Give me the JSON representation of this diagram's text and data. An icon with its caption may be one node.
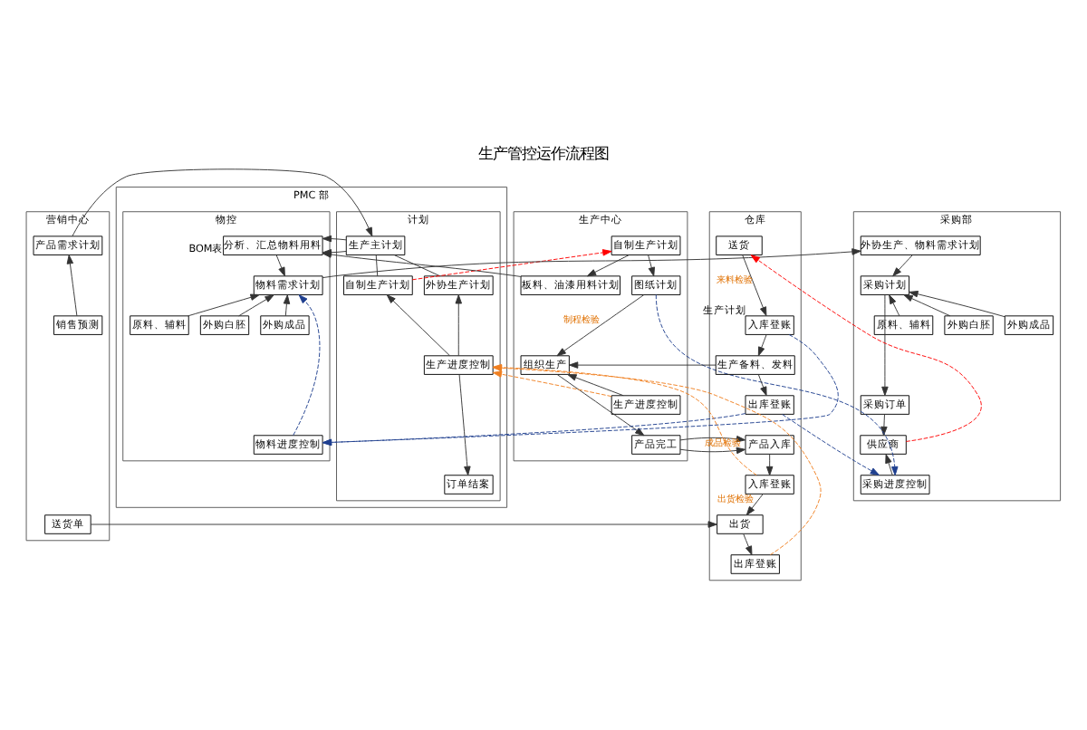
{
  "diagram": {
    "title": "生产管控运作流程图",
    "nodes": [
      {
        "text": [
          "营销中心"
        ]
      },
      {
        "text": [
          "PMC 部"
        ]
      },
      {
        "text": [
          "计划"
        ],
        "in": 1
      },
      {
        "text": [
          "物控"
        ],
        "in": 1
      },
      {
        "text": [
          "采购部"
        ]
      },
      {
        "text": [
          "生产中心"
        ]
      },
      {
        "text": [
          "仓库"
        ]
      },
      {
        "text": [
          "产品需求计划"
        ],
        "in": 0
      },
      {
        "text": [
          "销售预测"
        ],
        "in": 0
      },
      {
        "text": [
          "送货单"
        ],
        "in": 0
      },
      {
        "text": [
          "生产主计划"
        ],
        "in": 2
      },
      {
        "text": [
          "自制生产计划"
        ],
        "in": 2
      },
      {
        "text": [
          "外协生产计划"
        ],
        "in": 2
      },
      {
        "text": [
          "生产进度控制"
        ],
        "in": 2
      },
      {
        "text": [
          "订单结案"
        ],
        "in": 2
      },
      {
        "text": [
          "分析、汇总物料用料"
        ],
        "in": 3,
        "beside": [
          "BOM表"
        ]
      },
      {
        "text": [
          "物料需求计划"
        ],
        "in": 3
      },
      {
        "text": [
          "原料、辅料"
        ],
        "in": 3
      },
      {
        "text": [
          "外购白胚"
        ],
        "in": 3
      },
      {
        "text": [
          "外购成品"
        ],
        "in": 3
      },
      {
        "text": [
          "物料进度控制"
        ],
        "in": 3
      },
      {
        "text": [
          "外协生产、物料需求计划"
        ],
        "in": 4
      },
      {
        "text": [
          "采购计划"
        ],
        "in": 4
      },
      {
        "text": [
          "原料、辅料"
        ],
        "in": 4
      },
      {
        "text": [
          "外购白胚"
        ],
        "in": 4
      },
      {
        "text": [
          "外购成品"
        ],
        "in": 4
      },
      {
        "text": [
          "采购订单"
        ],
        "in": 4
      },
      {
        "text": [
          "供应商"
        ],
        "in": 4
      },
      {
        "text": [
          "采购进度控制"
        ],
        "in": 4
      },
      {
        "text": [
          "自制生产计划"
        ],
        "in": 5
      },
      {
        "text": [
          "板料、油漆用料计划"
        ],
        "in": 5
      },
      {
        "text": [
          "图纸计划"
        ],
        "in": 5
      },
      {
        "text": [
          "组织生产"
        ],
        "in": 5
      },
      {
        "text": [
          "生产进度控制"
        ],
        "in": 5
      },
      {
        "text": [
          "产品完工"
        ],
        "in": 5
      },
      {
        "text": [
          "送货"
        ],
        "in": 6
      },
      {
        "text": [
          "入库登账"
        ],
        "in": 6,
        "beside": [
          "生产计划"
        ]
      },
      {
        "text": [
          "生产备料、发料"
        ],
        "in": 6
      },
      {
        "text": [
          "出库登账"
        ],
        "in": 6
      },
      {
        "text": [
          "产品入库"
        ],
        "in": 6
      },
      {
        "text": [
          "入库登账"
        ],
        "in": 6
      },
      {
        "text": [
          "出货"
        ],
        "in": 6
      },
      {
        "text": [
          "出库登账"
        ],
        "in": 6
      }
    ],
    "edges": [
      {
        "from": 8,
        "to": 7,
        "arrow": "to"
      },
      {
        "from": 7,
        "to": 10,
        "arrow": "to"
      },
      {
        "from": 10,
        "to": 15,
        "arrow": "to"
      },
      {
        "from": 10,
        "to": 11,
        "arrow": "none"
      },
      {
        "from": 10,
        "to": 12,
        "arrow": "none"
      },
      {
        "from": 13,
        "to": 11,
        "arrow": "to"
      },
      {
        "from": 13,
        "to": 12,
        "arrow": "to"
      },
      {
        "from": 13,
        "to": 14,
        "arrow": "to"
      },
      {
        "from": 15,
        "to": 16,
        "arrow": "to"
      },
      {
        "from": 17,
        "to": 16,
        "arrow": "to"
      },
      {
        "from": 18,
        "to": 16,
        "arrow": "to"
      },
      {
        "from": 19,
        "to": 16,
        "arrow": "to"
      },
      {
        "from": 16,
        "to": 21,
        "arrow": "to"
      },
      {
        "from": 30,
        "to": 15,
        "arrow": "to"
      },
      {
        "from": 21,
        "to": 22,
        "arrow": "to"
      },
      {
        "from": 23,
        "to": 22,
        "arrow": "to"
      },
      {
        "from": 24,
        "to": 22,
        "arrow": "to"
      },
      {
        "from": 25,
        "to": 22,
        "arrow": "to"
      },
      {
        "from": 22,
        "to": 26,
        "arrow": "to"
      },
      {
        "from": 26,
        "to": 27,
        "arrow": "to"
      },
      {
        "from": 28,
        "to": 27,
        "arrow": "to"
      },
      {
        "from": 27,
        "to": 35,
        "arrow": "to",
        "style": "dashed",
        "color": "#ff0000"
      },
      {
        "from": 11,
        "to": 29,
        "arrow": "to",
        "style": "dashed",
        "color": "#ff0000"
      },
      {
        "from": 9,
        "to": 41,
        "arrow": "to"
      },
      {
        "from": 29,
        "to": 30,
        "arrow": "to"
      },
      {
        "from": 29,
        "to": 31,
        "arrow": "to"
      },
      {
        "from": 31,
        "to": 32,
        "arrow": "to",
        "label": "制程检验"
      },
      {
        "from": 33,
        "to": 32,
        "arrow": "to"
      },
      {
        "from": 32,
        "to": 34,
        "arrow": "to"
      },
      {
        "from": 34,
        "to": 39,
        "arrow": "to",
        "label": "成品检验"
      },
      {
        "from": 37,
        "to": 32,
        "arrow": "to"
      },
      {
        "from": 35,
        "to": 36,
        "arrow": "to",
        "label": "来料检验"
      },
      {
        "from": 36,
        "to": 37,
        "arrow": "to"
      },
      {
        "from": 37,
        "to": 38,
        "arrow": "to"
      },
      {
        "from": 39,
        "to": 40,
        "arrow": "to"
      },
      {
        "from": 40,
        "to": 41,
        "arrow": "to",
        "label": "出货检验"
      },
      {
        "from": 41,
        "to": 42,
        "arrow": "to"
      },
      {
        "from": 20,
        "to": 16,
        "arrow": "to",
        "style": "dashed",
        "color": "#1f3f8f"
      },
      {
        "from": 31,
        "to": 28,
        "arrow": "to",
        "style": "dashed",
        "color": "#1f3f8f"
      },
      {
        "from": 36,
        "to": 20,
        "arrow": "to",
        "style": "dashed",
        "color": "#1f3f8f"
      },
      {
        "from": 38,
        "to": 20,
        "arrow": "to",
        "style": "dashed",
        "color": "#1f3f8f"
      },
      {
        "from": 38,
        "to": 28,
        "arrow": "to",
        "style": "dashed",
        "color": "#1f3f8f"
      },
      {
        "from": 40,
        "to": 13,
        "arrow": "to",
        "style": "dashed",
        "color": "#f07f20"
      },
      {
        "from": 42,
        "to": 13,
        "arrow": "to",
        "style": "dashed",
        "color": "#f07f20"
      },
      {
        "from": 33,
        "to": 13,
        "arrow": "to",
        "style": "dashed",
        "color": "#f07f20"
      }
    ]
  }
}
